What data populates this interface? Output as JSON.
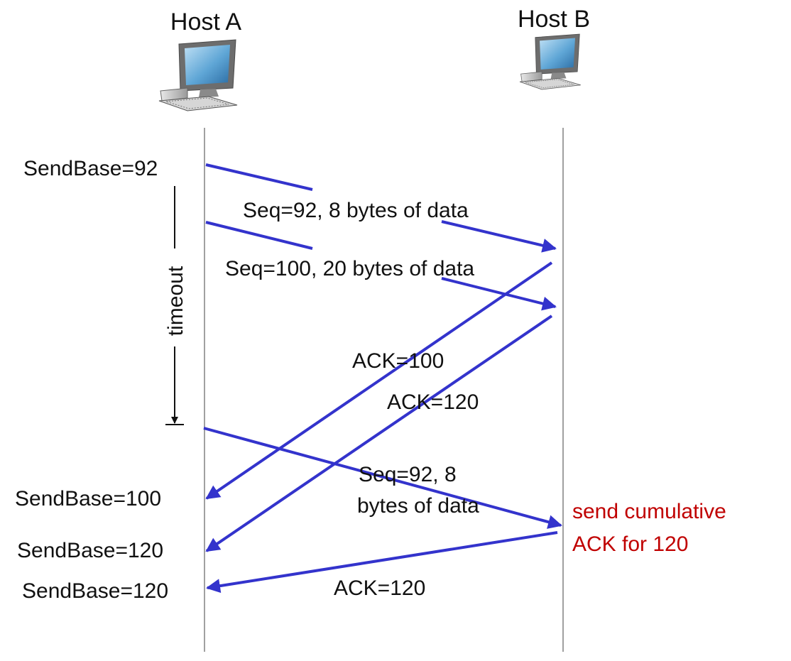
{
  "hosts": {
    "a": {
      "label": "Host A"
    },
    "b": {
      "label": "Host B"
    }
  },
  "sendbase": [
    {
      "text": "SendBase=92"
    },
    {
      "text": "SendBase=100"
    },
    {
      "text": "SendBase=120"
    },
    {
      "text": "SendBase=120"
    }
  ],
  "timer": {
    "label": "timeout"
  },
  "messages": {
    "seg1": "Seq=92, 8 bytes of data",
    "seg2": "Seq=100, 20 bytes of data",
    "ack1": "ACK=100",
    "ack2": "ACK=120",
    "retx_line1": "Seq=92,  8",
    "retx_line2": "bytes of data",
    "ack3": "ACK=120"
  },
  "note": {
    "line1": "send cumulative",
    "line2": "ACK for 120"
  },
  "colors": {
    "arrow": "#3333cc",
    "timeline": "#a0a0a0",
    "note": "#c00000",
    "text": "#111111"
  },
  "icons": {
    "host_a": "desktop-computer-icon",
    "host_b": "desktop-computer-icon"
  }
}
